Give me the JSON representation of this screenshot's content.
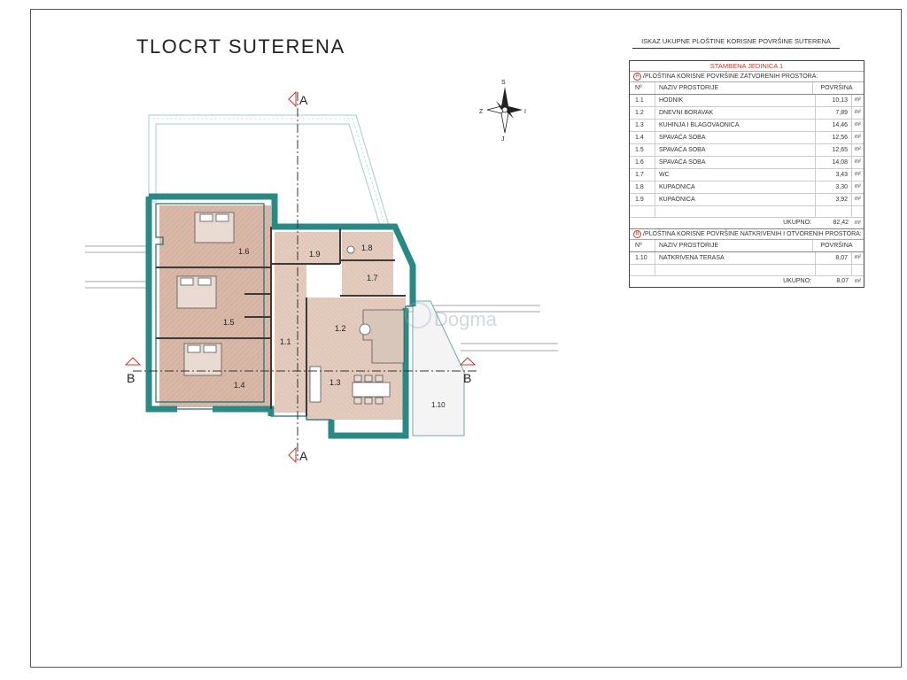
{
  "title": "TLOCRT SUTERENA",
  "section_markers": {
    "a": "A",
    "b": "B"
  },
  "compass": {
    "n": "S",
    "s": "J",
    "w": "Z",
    "e": "I"
  },
  "watermark": {
    "name": "Dogma"
  },
  "rooms": [
    {
      "id": "1.1"
    },
    {
      "id": "1.2"
    },
    {
      "id": "1.3"
    },
    {
      "id": "1.4"
    },
    {
      "id": "1.5"
    },
    {
      "id": "1.6"
    },
    {
      "id": "1.7"
    },
    {
      "id": "1.8"
    },
    {
      "id": "1.9"
    },
    {
      "id": "1.10"
    }
  ],
  "table": {
    "caption": "ISKAZ UKUPNE PLOŠTINE KORISNE POVRŠINE SUTERENA",
    "unit_title": "STAMBENA JEDINICA 1",
    "section_a": {
      "letter": "A",
      "title": "/PLOŠTINA KORISNE POVRŠINE ZATVORENIH PROSTORA:"
    },
    "section_b": {
      "letter": "B",
      "title": "/PLOŠTINA KORISNE POVRŠINE NATKRIVENIH I OTVORENIH PROSTORA:"
    },
    "col_no": "Nº",
    "col_name": "NAZIV PROSTORIJE",
    "col_area": "POVRŠINA",
    "unit": "m²",
    "rows_a": [
      {
        "no": "1.1",
        "name": "HODNIK",
        "area": "10,13"
      },
      {
        "no": "1.2",
        "name": "DNEVNI BORAVAK",
        "area": "7,89"
      },
      {
        "no": "1.3",
        "name": "KUHINJA I BLAGOVAONICA",
        "area": "14,46"
      },
      {
        "no": "1.4",
        "name": "SPAVAĆA SOBA",
        "area": "12,56"
      },
      {
        "no": "1.5",
        "name": "SPAVAĆA SOBA",
        "area": "12,65"
      },
      {
        "no": "1.6",
        "name": "SPAVAĆA SOBA",
        "area": "14,08"
      },
      {
        "no": "1.7",
        "name": "WC",
        "area": "3,43"
      },
      {
        "no": "1.8",
        "name": "KUPAONICA",
        "area": "3,30"
      },
      {
        "no": "1.9",
        "name": "KUPAONICA",
        "area": "3,92"
      }
    ],
    "total_label": "UKUPNO:",
    "total_a": "82,42",
    "rows_b": [
      {
        "no": "1.10",
        "name": "NATKRIVENA TERASA",
        "area": "8,07"
      }
    ],
    "total_b": "8,07"
  }
}
